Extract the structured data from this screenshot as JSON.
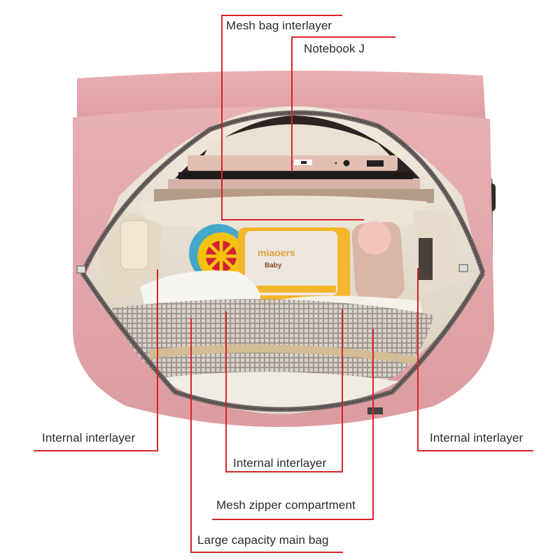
{
  "figure": {
    "subject": "pink diaper backpack opened top view",
    "colors": {
      "fabric": "#e4a7aa",
      "fabric_dark": "#cf8f93",
      "lining": "#e9e1d3",
      "zipper": "#6e6464",
      "leader_line": "#d8232a",
      "text": "#2a2a2a",
      "wipes_yellow": "#f4b62a",
      "mesh": "#8d8783"
    },
    "product_text": {
      "brand": "miaoers",
      "sub": "Baby"
    }
  },
  "callouts": [
    {
      "id": "mesh-bag-interlayer",
      "label": "Mesh bag interlayer"
    },
    {
      "id": "notebook",
      "label": "Notebook J"
    },
    {
      "id": "internal-interlayer-left",
      "label": "Internal interlayer"
    },
    {
      "id": "internal-interlayer-right",
      "label": "Internal interlayer"
    },
    {
      "id": "internal-interlayer-center",
      "label": "Internal interlayer"
    },
    {
      "id": "mesh-zipper-compartment",
      "label": "Mesh zipper compartment"
    },
    {
      "id": "large-capacity-main-bag",
      "label": "Large capacity main bag"
    }
  ]
}
